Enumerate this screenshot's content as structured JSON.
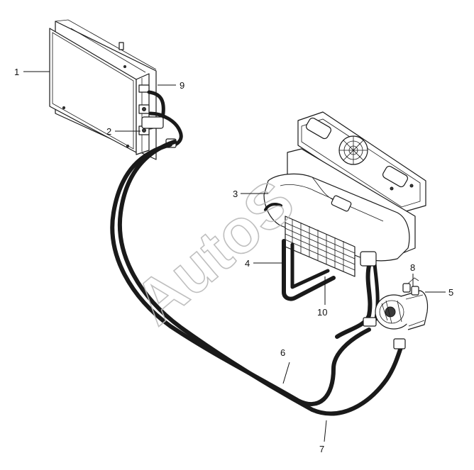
{
  "watermark": "AutoS",
  "callouts": [
    {
      "id": "1",
      "label": "1"
    },
    {
      "id": "2",
      "label": "2"
    },
    {
      "id": "3",
      "label": "3"
    },
    {
      "id": "4",
      "label": "4"
    },
    {
      "id": "5",
      "label": "5"
    },
    {
      "id": "6",
      "label": "6"
    },
    {
      "id": "7",
      "label": "7"
    },
    {
      "id": "8",
      "label": "8"
    },
    {
      "id": "9",
      "label": "9"
    },
    {
      "id": "10",
      "label": "10"
    }
  ]
}
